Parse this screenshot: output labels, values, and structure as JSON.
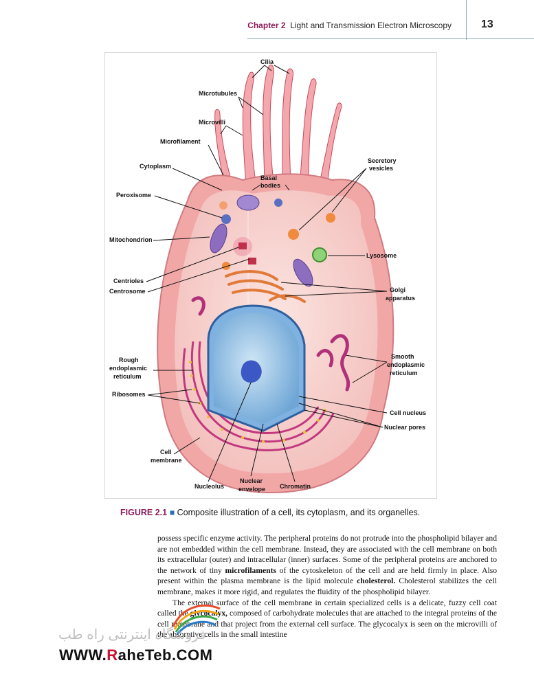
{
  "header": {
    "chapter": "Chapter 2",
    "title": "Light and Transmission Electron Microscopy",
    "page_number": "13"
  },
  "figure": {
    "labels": {
      "cilia": "Cilia",
      "microtubules": "Microtubules",
      "microvilli": "Microvilli",
      "microfilament": "Microfilament",
      "cytoplasm": "Cytoplasm",
      "basal_bodies_1": "Basal",
      "basal_bodies_2": "bodies",
      "secretory_1": "Secretory",
      "secretory_2": "vesicles",
      "peroxisome": "Peroxisome",
      "mitochondrion": "Mitochondrion",
      "lysosome": "Lysosome",
      "centrioles": "Centrioles",
      "centrosome": "Centrosome",
      "golgi_1": "Golgi",
      "golgi_2": "apparatus",
      "rough_er_1": "Rough",
      "rough_er_2": "endoplasmic",
      "rough_er_3": "reticulum",
      "smooth_er_1": "Smooth",
      "smooth_er_2": "endoplasmic",
      "smooth_er_3": "reticulum",
      "ribosomes": "Ribosomes",
      "cell_nucleus": "Cell nucleus",
      "nuclear_pores": "Nuclear pores",
      "cell_membrane_1": "Cell",
      "cell_membrane_2": "membrane",
      "nucleolus": "Nucleolus",
      "nuclear_envelope_1": "Nuclear",
      "nuclear_envelope_2": "envelope",
      "chromatin": "Chromatin"
    },
    "caption_number": "FIGURE 2.1",
    "caption_marker": "■",
    "caption_text": "Composite illustration of a cell, its cytoplasm, and its organelles."
  },
  "body": {
    "p1_a": "possess specific enzyme activity. The peripheral proteins do not protrude into the phospholipid bilayer and are not embedded within the cell membrane. Instead, they are associated with the cell membrane on both its extracellular (outer) and intracellular (inner) surfaces. Some of the peripheral proteins are anchored to the network of tiny ",
    "p1_b": "microfilaments",
    "p1_c": " of the cytoskeleton of the cell and are held firmly in place. Also present within the plasma membrane is the lipid molecule ",
    "p1_d": "cholesterol.",
    "p1_e": " Cholesterol stabilizes the cell membrane, makes it more rigid, and regulates the fluidity of the phospholipid bilayer.",
    "p2_a": "The external surface of the cell membrane in certain specialized cells is a delicate, fuzzy cell coat called the ",
    "p2_b": "glycocalyx,",
    "p2_c": " composed of carbohydrate molecules that are attached to the integral proteins of the cell membrane and that project from the external cell surface. The glycocalyx is seen on the microvilli of the absorptive cells in the small intestine"
  },
  "watermark": {
    "persian": "فروشگاه اینترنتی راه طب",
    "url_a": "WWW.",
    "url_b": "R",
    "url_c": "aheTeb.COM"
  }
}
